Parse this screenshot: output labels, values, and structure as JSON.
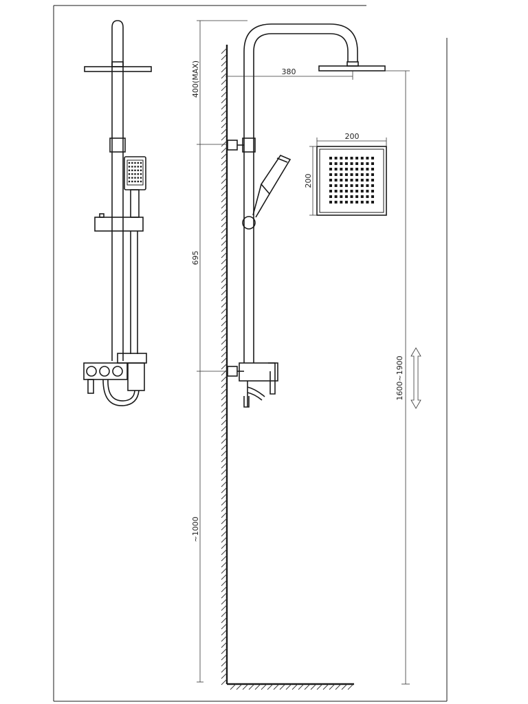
{
  "dimensions": {
    "head_arm_reach": "380",
    "rail_top_max": "400(MAX)",
    "rail_span": "695",
    "floor_to_mixer": "~1000",
    "head_width": "200",
    "head_height": "200",
    "total_height_range": "1600~1900"
  },
  "head_nozzle_grid": {
    "rows": 9,
    "cols": 9
  },
  "hand_shower_nozzles": {
    "rows": 6,
    "cols": 5
  }
}
